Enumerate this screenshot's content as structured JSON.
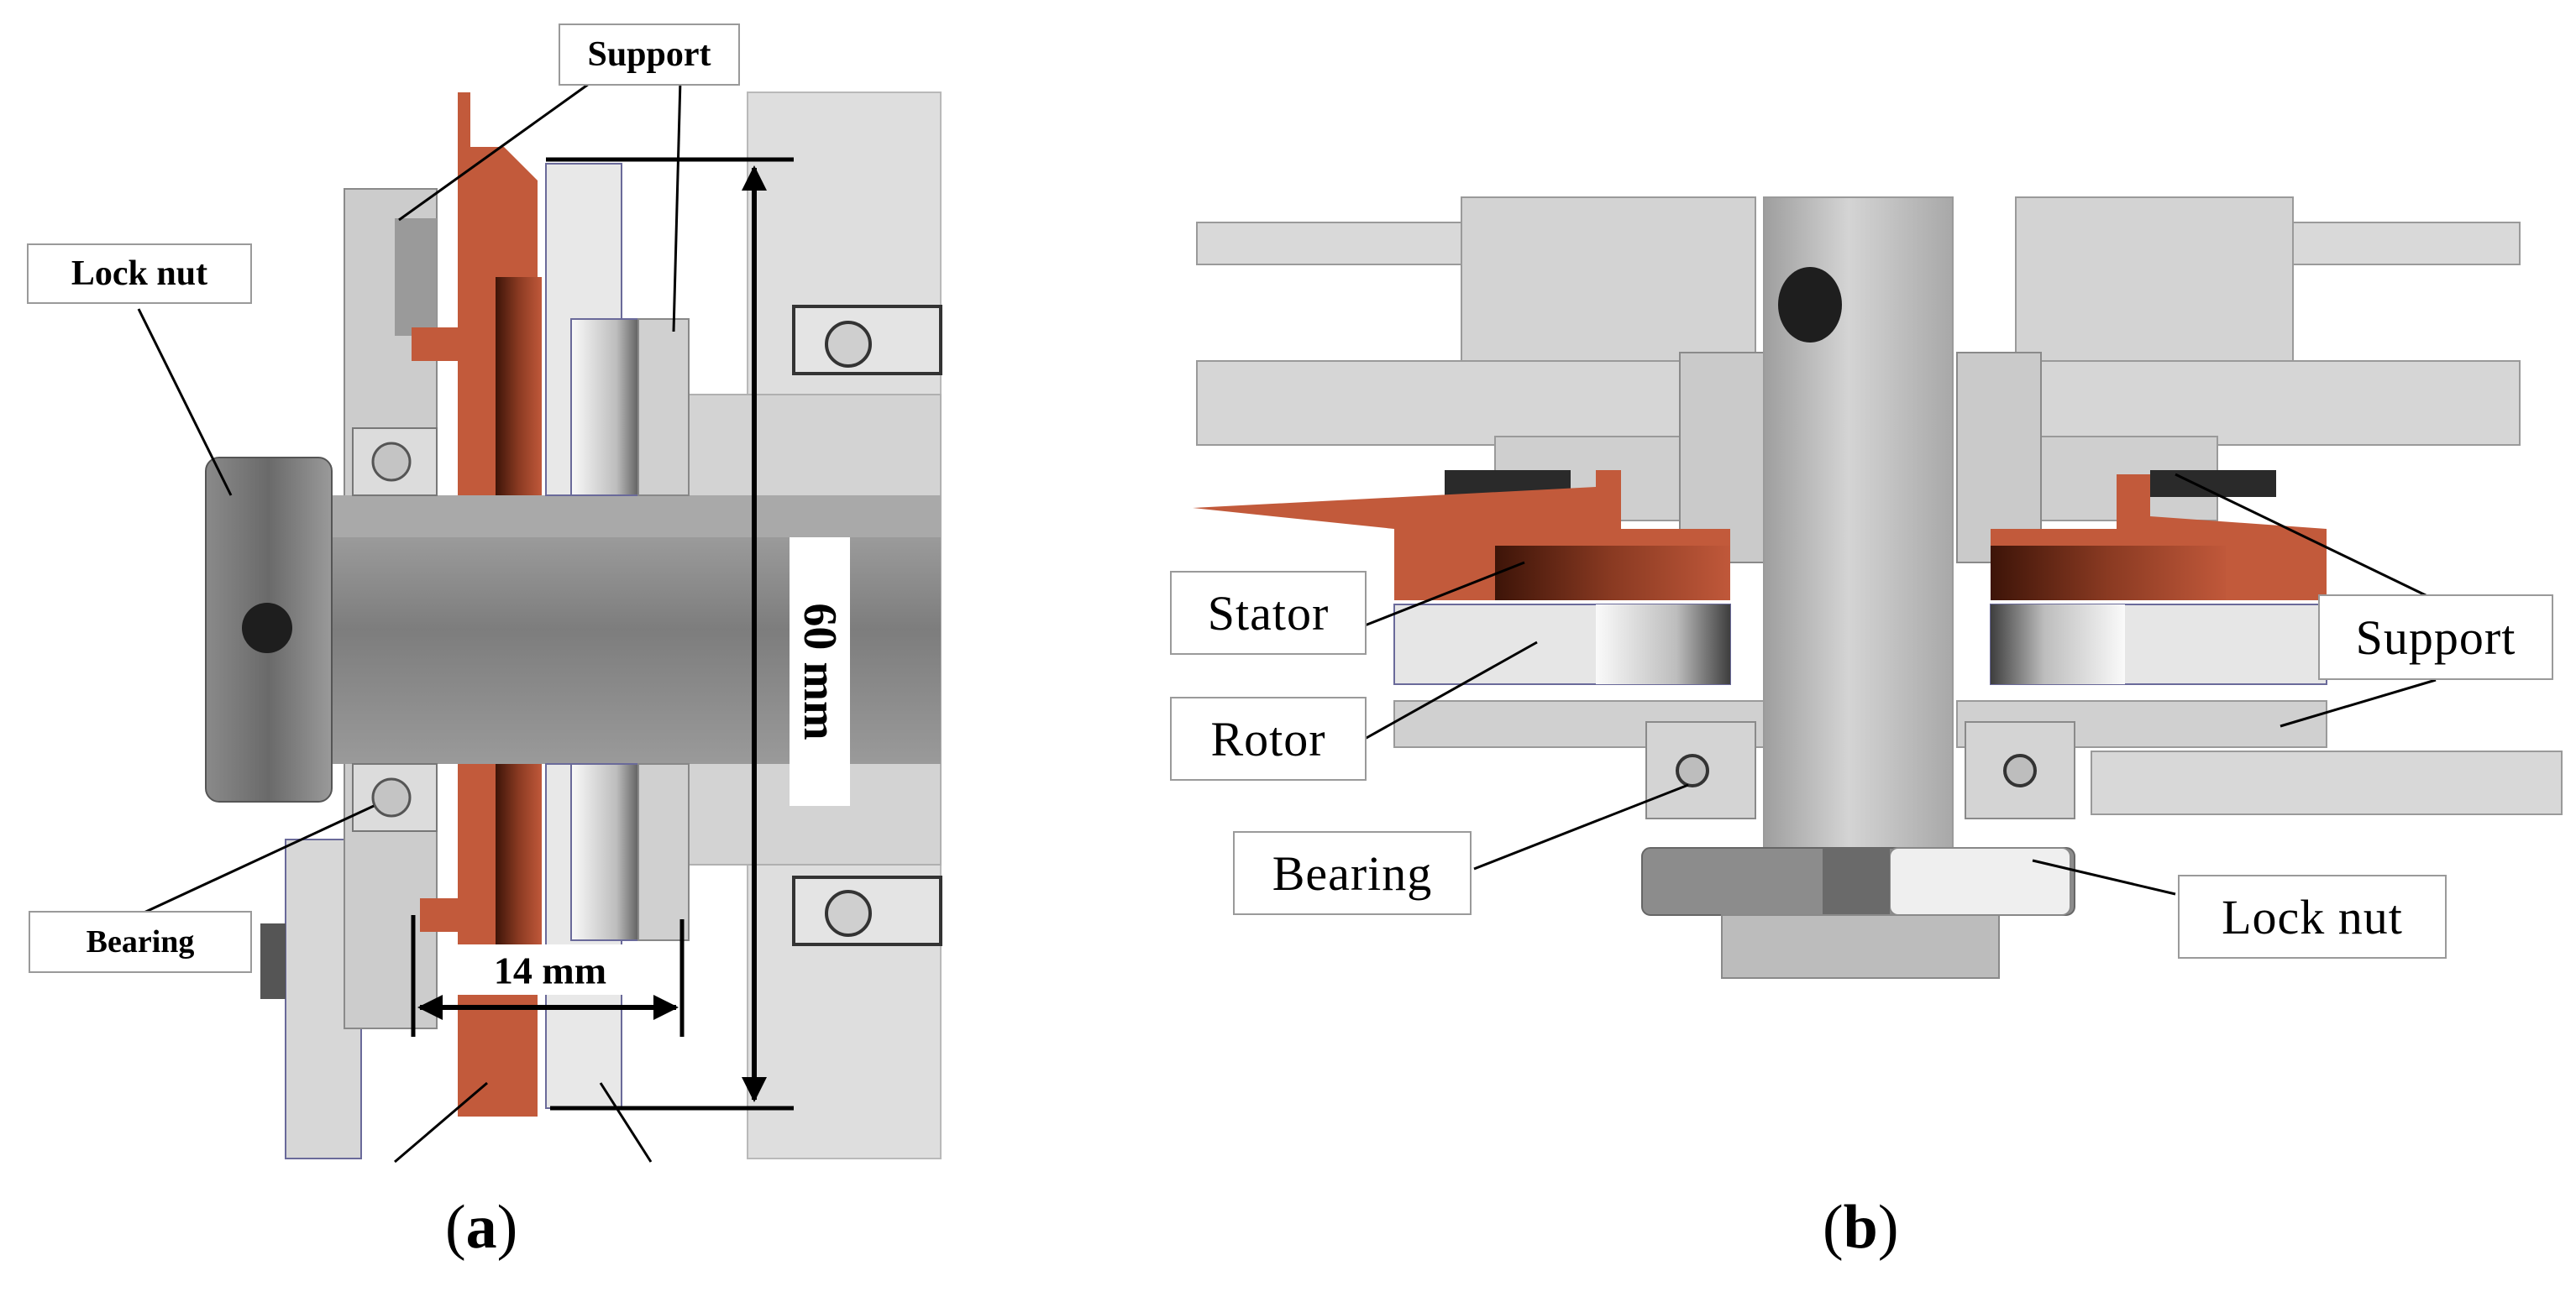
{
  "panel_a": {
    "labels": {
      "support": "Support",
      "lock_nut": "Lock nut",
      "bearing": "Bearing"
    },
    "dimensions": {
      "height": "60 mm",
      "width": "14 mm"
    },
    "caption_letter": "a"
  },
  "panel_b": {
    "labels": {
      "stator": "Stator",
      "rotor": "Rotor",
      "bearing": "Bearing",
      "support": "Support",
      "lock_nut": "Lock nut"
    },
    "caption_letter": "b"
  },
  "colors": {
    "copper": "#c0583a",
    "steel_light": "#d9d9d9",
    "steel_mid": "#b4b4b4",
    "steel_dark": "#6e6e6e",
    "shaft": "#8d8d8d"
  }
}
